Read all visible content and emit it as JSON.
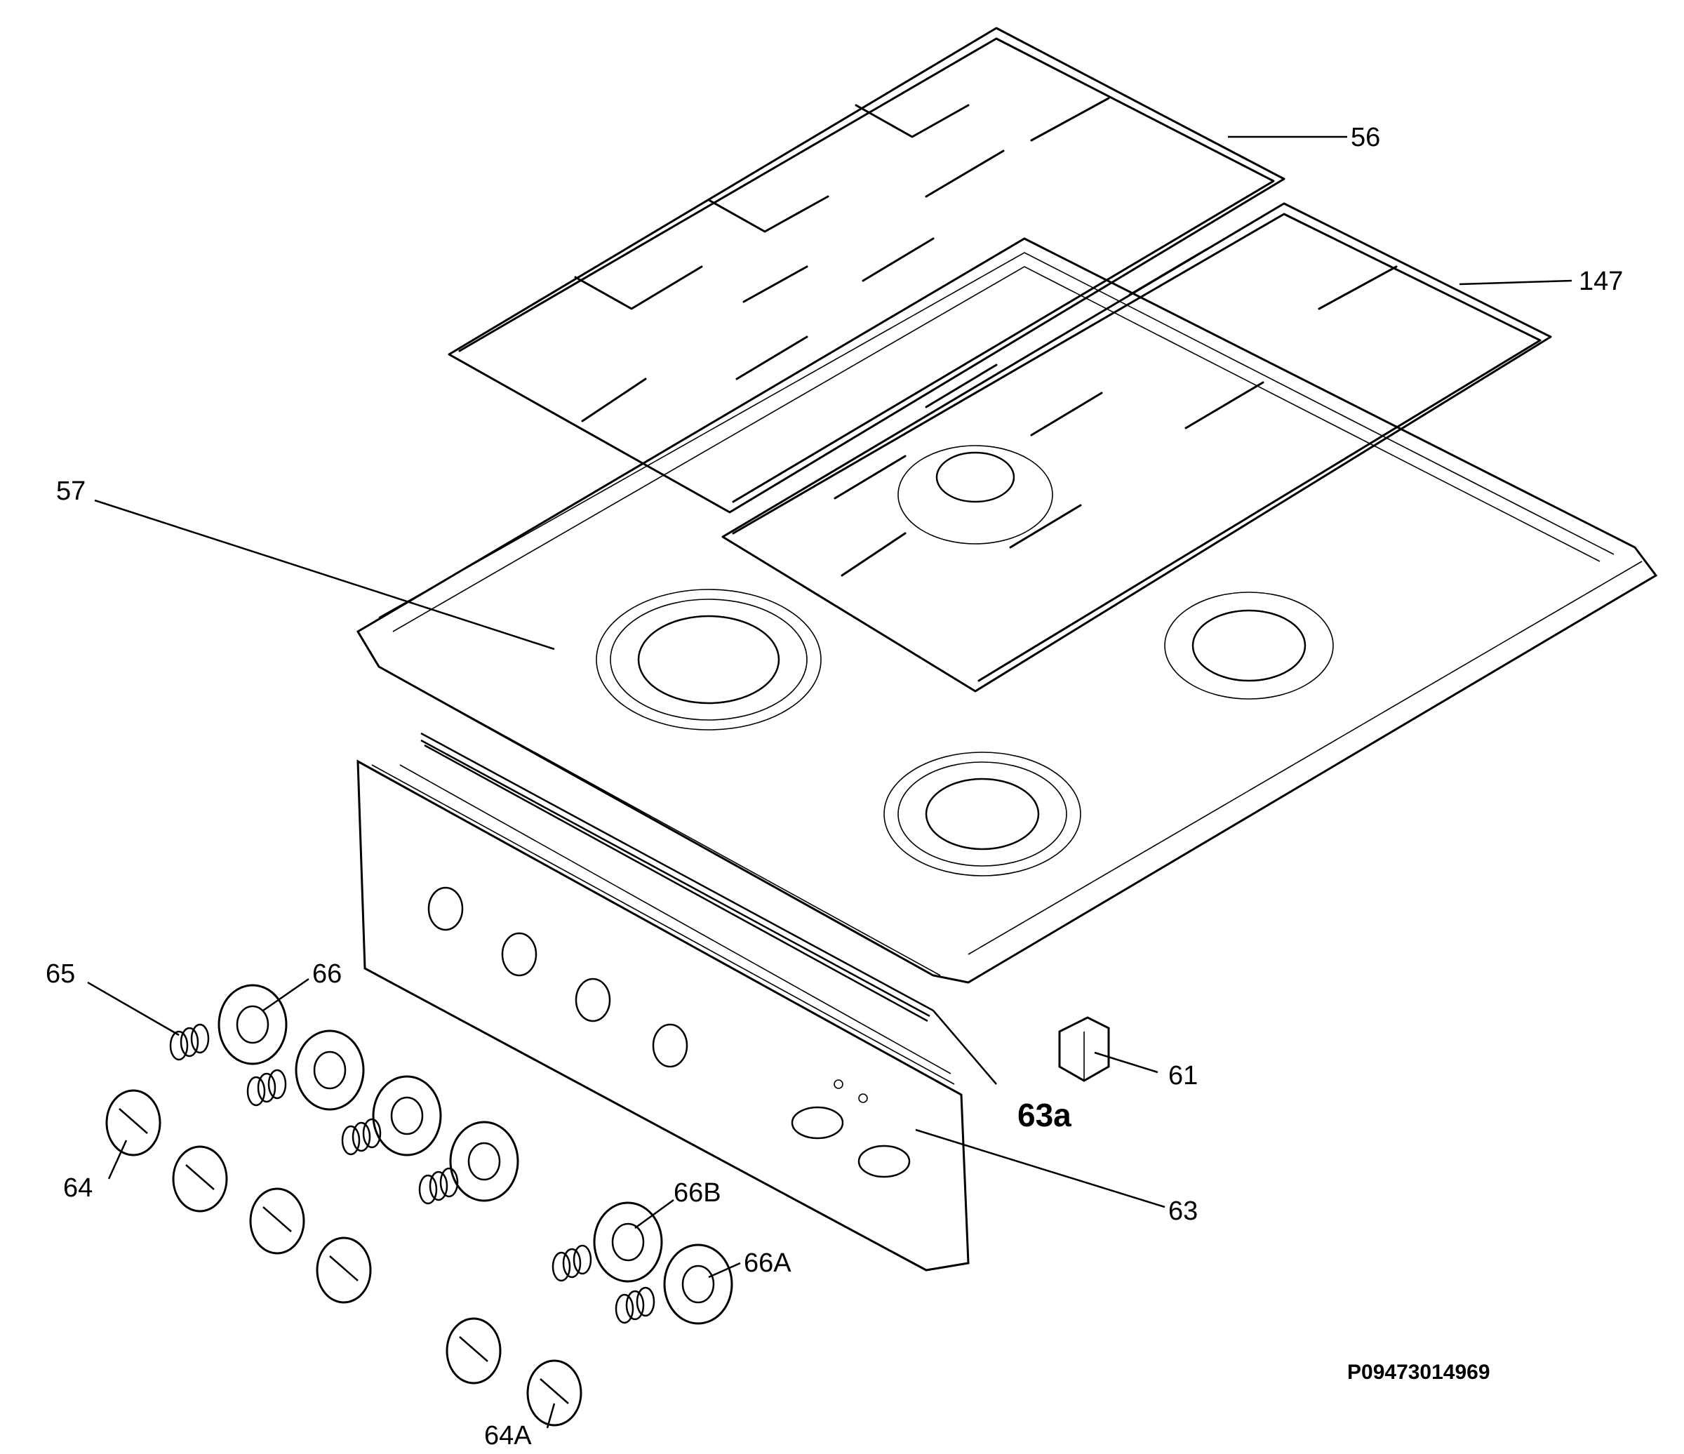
{
  "labels": {
    "l56": "56",
    "l147": "147",
    "l57": "57",
    "l65": "65",
    "l66": "66",
    "l64": "64",
    "l61": "61",
    "l63a": "63a",
    "l63": "63",
    "l66b": "66B",
    "l66a": "66A",
    "l64a": "64A"
  },
  "drawing_code": "P09473014969"
}
